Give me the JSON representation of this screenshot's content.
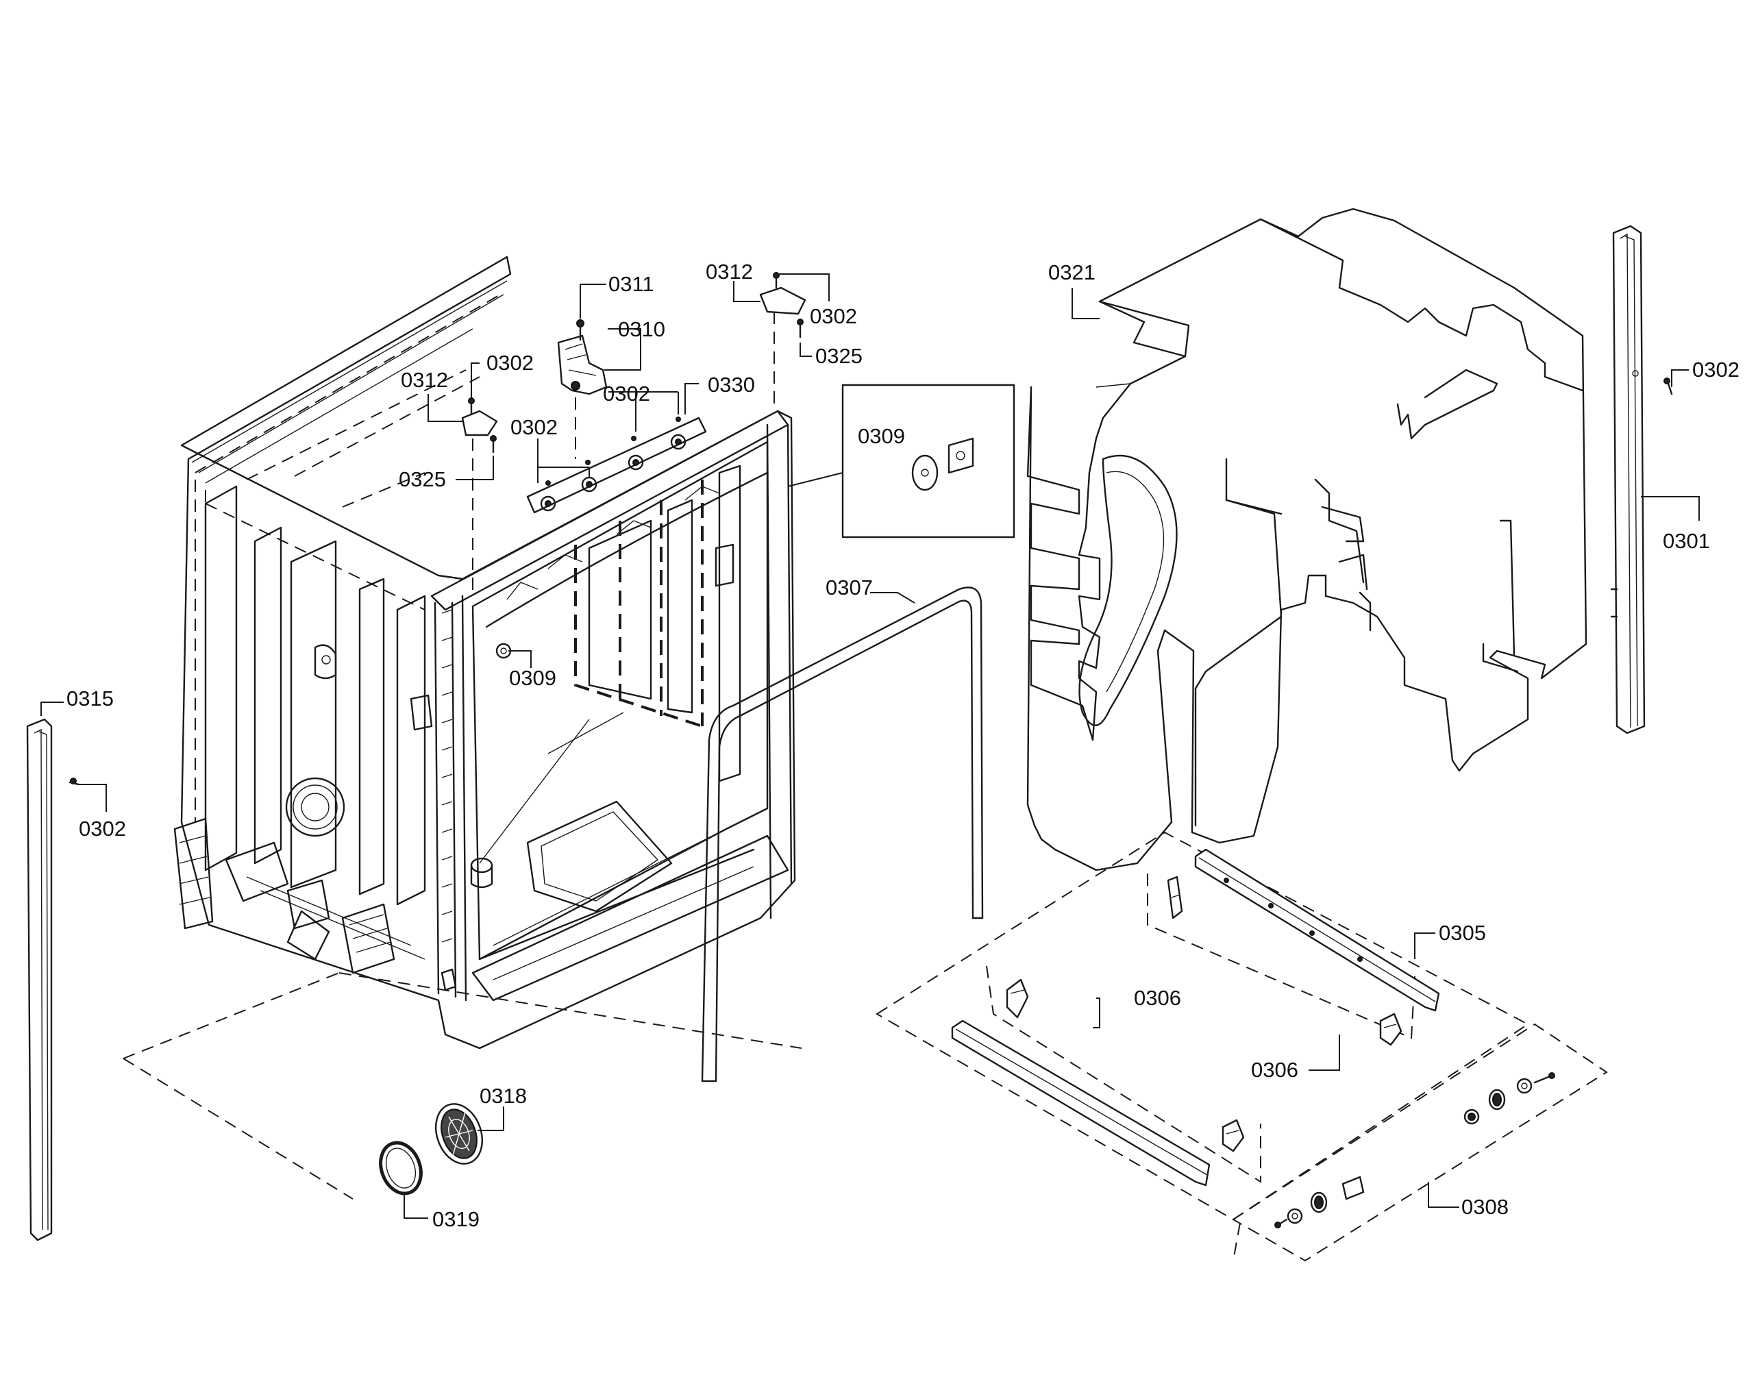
{
  "callouts": {
    "c0301": "0301",
    "c0302_top_right": "0302",
    "c0302_right": "0302",
    "c0302_left_hinge": "0302",
    "c0302_mid": "0302",
    "c0302_bracket": "0302",
    "c0302_left_strip": "0302",
    "c0305": "0305",
    "c0306_a": "0306",
    "c0306_b": "0306",
    "c0307": "0307",
    "c0308": "0308",
    "c0309_inset": "0309",
    "c0309_tub": "0309",
    "c0310": "0310",
    "c0311": "0311",
    "c0312_left": "0312",
    "c0312_right": "0312",
    "c0315": "0315",
    "c0318": "0318",
    "c0319": "0319",
    "c0321": "0321",
    "c0325_left": "0325",
    "c0325_right": "0325",
    "c0330": "0330"
  }
}
